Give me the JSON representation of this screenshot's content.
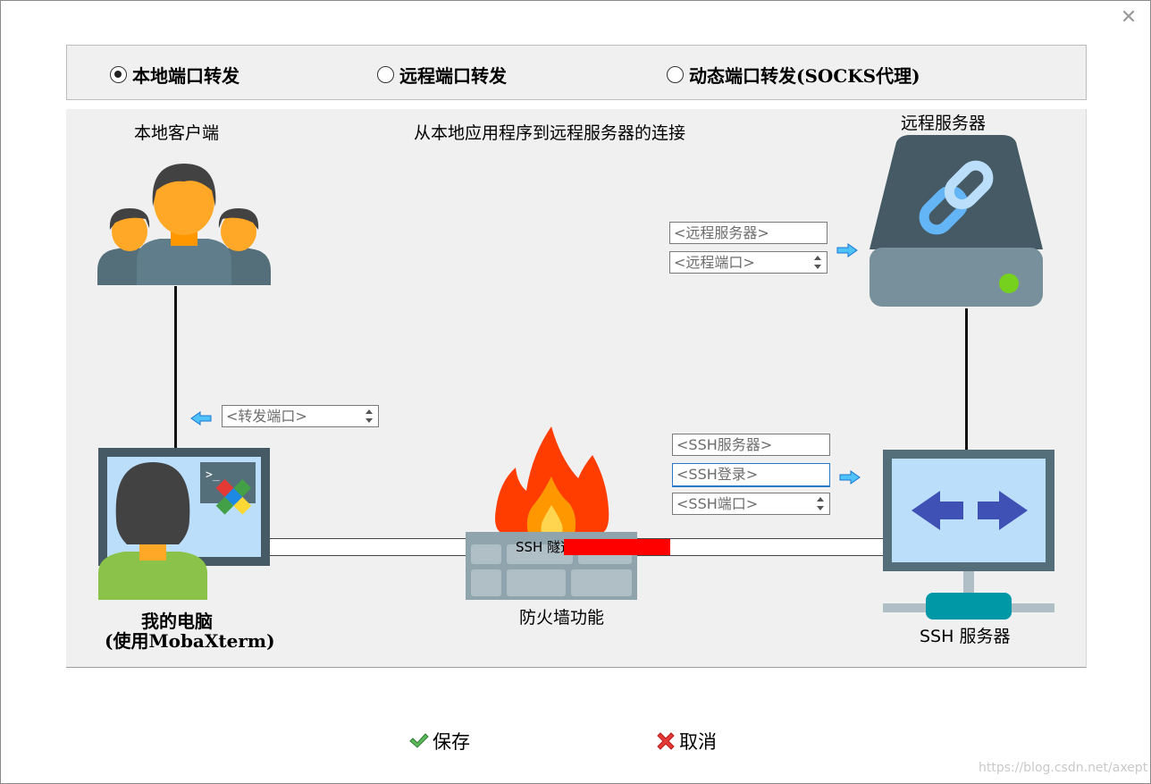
{
  "mode_options": [
    {
      "label": "本地端口转发",
      "selected": true
    },
    {
      "label": "远程端口转发",
      "selected": false
    },
    {
      "label": "动态端口转发(SOCKS代理)",
      "selected": false
    }
  ],
  "diagram": {
    "local_client_label": "本地客户端",
    "connection_caption": "从本地应用程序到远程服务器的连接",
    "remote_server_label": "远程服务器",
    "my_computer_label": "我的电脑",
    "my_computer_sublabel": "(使用MobaXterm)",
    "tunnel_label": "SSH 隧道",
    "firewall_label": "防火墙功能",
    "ssh_server_label": "SSH 服务器"
  },
  "fields": {
    "remote_server_placeholder": "<远程服务器>",
    "remote_port_placeholder": "<远程端口>",
    "forward_port_placeholder": "<转发端口>",
    "ssh_server_placeholder": "<SSH服务器>",
    "ssh_login_placeholder": "<SSH登录>",
    "ssh_port_placeholder": "<SSH端口>"
  },
  "buttons": {
    "save": "保存",
    "cancel": "取消"
  },
  "watermark": "https://blog.csdn.net/axept",
  "colors": {
    "panel_bg": "#f0f0f0",
    "server_dark": "#455a64",
    "server_light": "#78909c",
    "link_blue": "#64b5f6",
    "status_green": "#76d11f",
    "arrow_blue": "#3f51b5",
    "screen_blue": "#bbdefb",
    "teal": "#0097a7",
    "fire_red": "#ff3d00",
    "fire_orange": "#ff9800",
    "fire_yellow": "#ffd54f",
    "brick_gray": "#b0bec5",
    "redaction": "#ff0000"
  },
  "icons": [
    "close-icon",
    "users-icon",
    "server-link-icon",
    "computer-user-icon",
    "firewall-icon",
    "ssh-server-icon",
    "arrow-left-icon",
    "arrow-right-icon",
    "check-icon",
    "x-icon"
  ]
}
